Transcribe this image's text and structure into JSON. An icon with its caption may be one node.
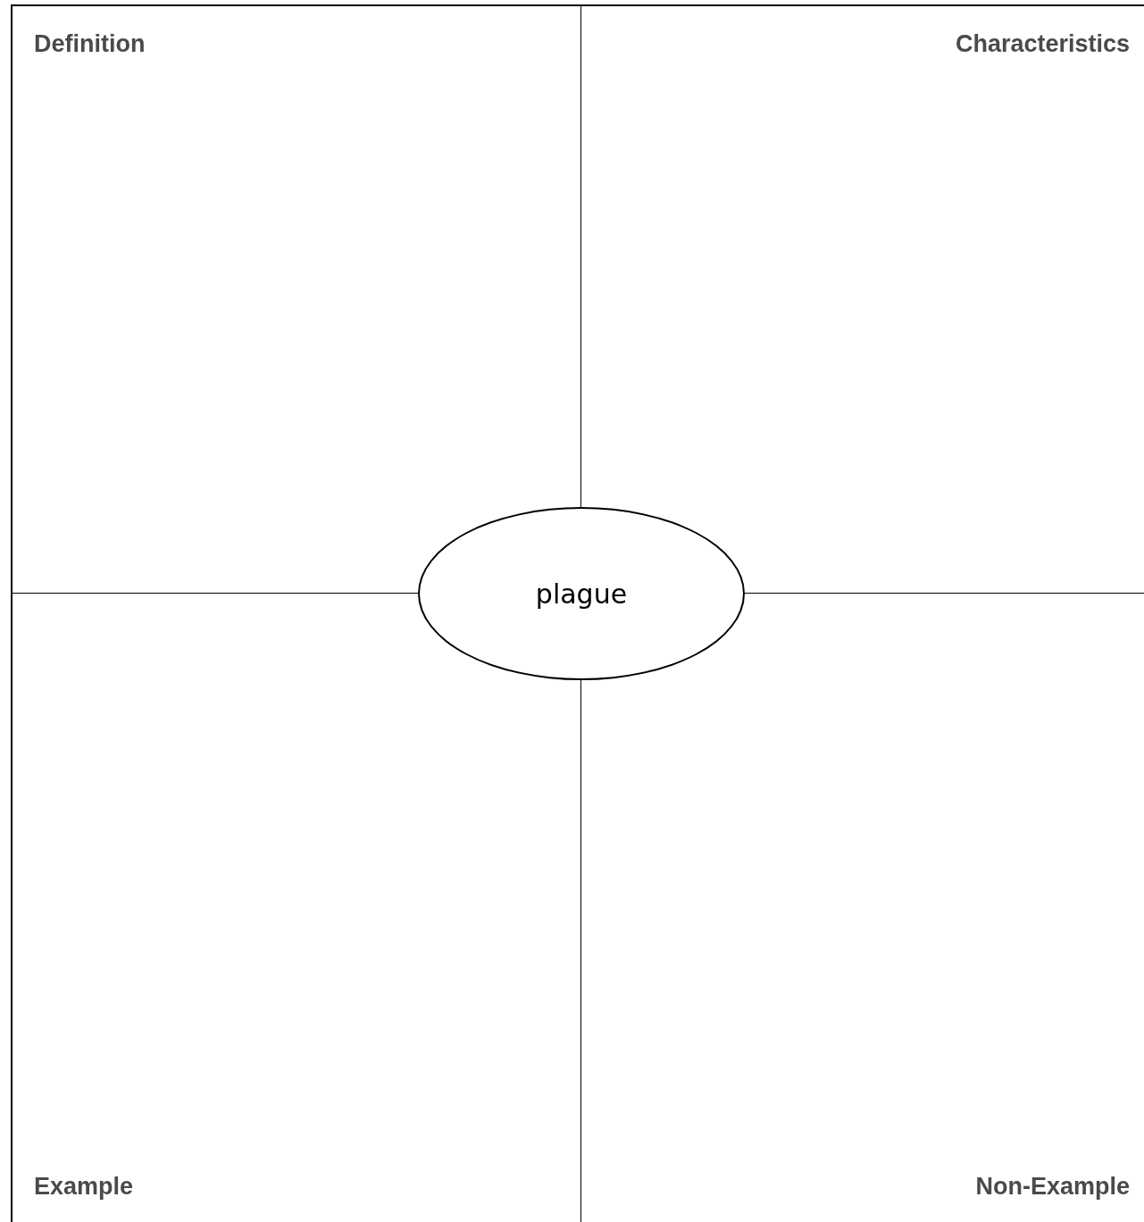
{
  "diagram": {
    "nodes": [
      {
        "text": [
          "Definition"
        ]
      },
      {
        "text": [
          "Characteristics"
        ]
      },
      {
        "text": [
          "Example"
        ]
      },
      {
        "text": [
          "Non-Example"
        ]
      },
      {
        "text": [
          "plague"
        ]
      }
    ]
  }
}
